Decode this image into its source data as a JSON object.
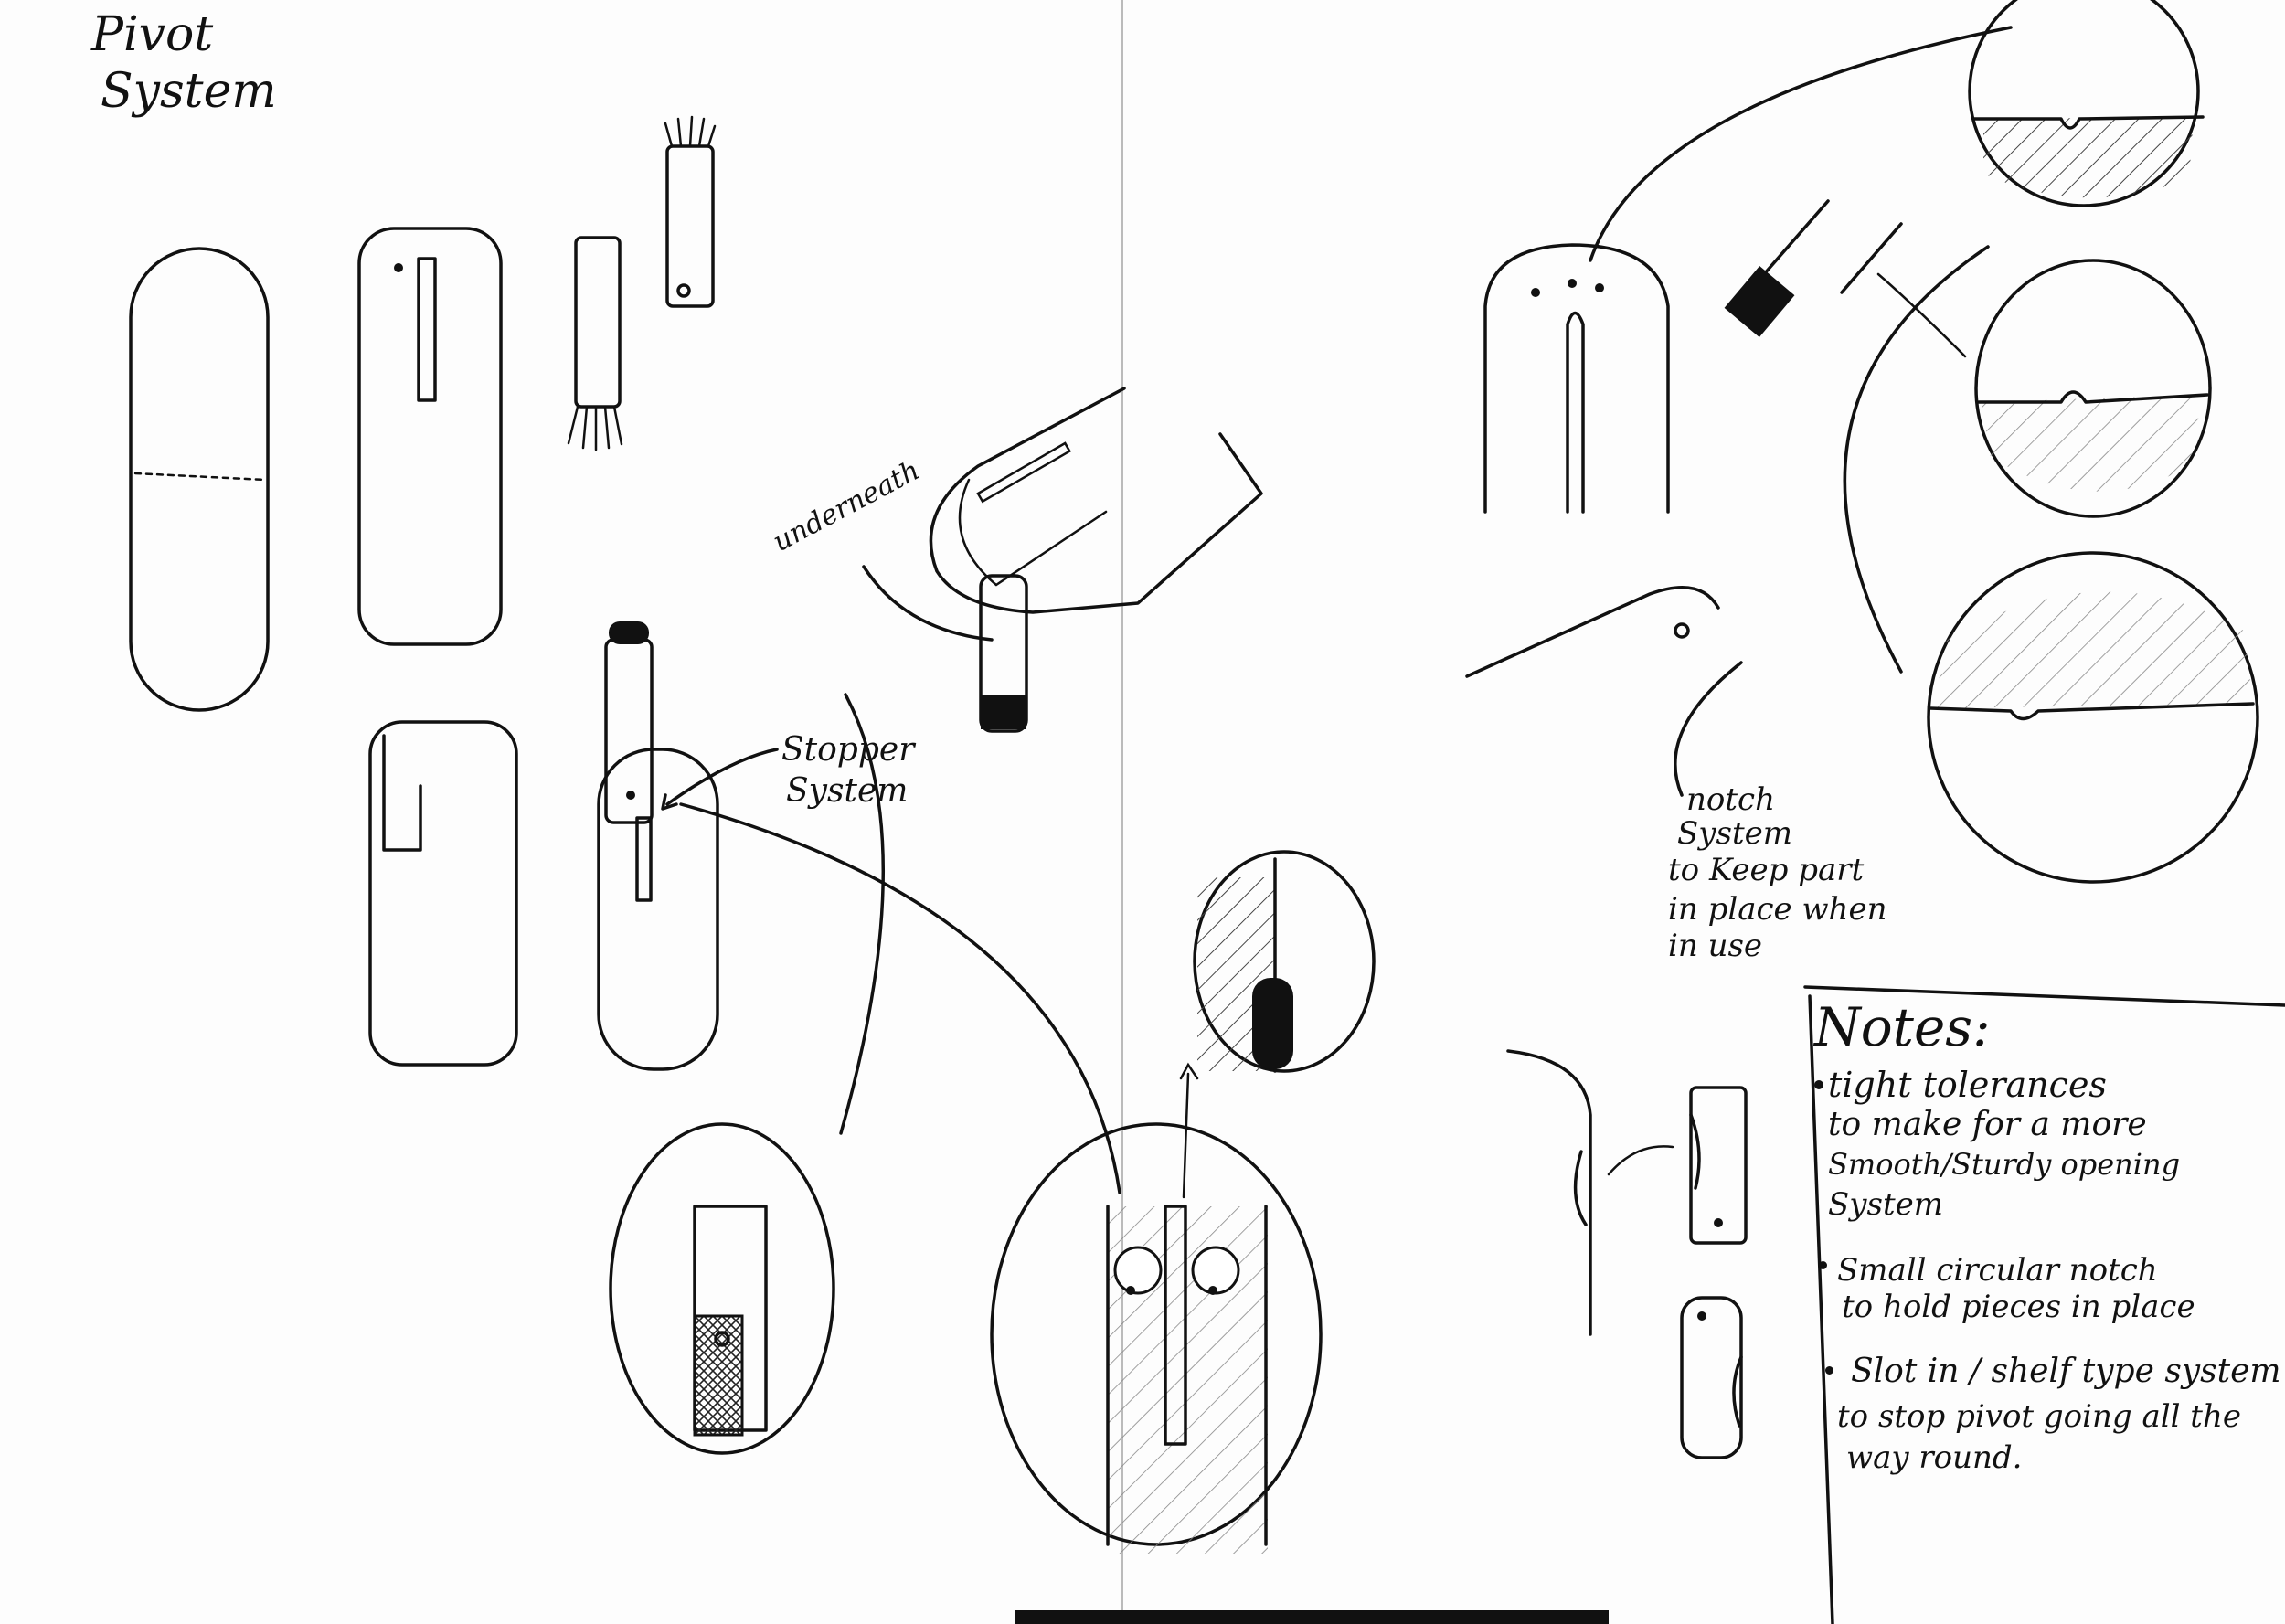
{
  "title": {
    "line1": "Pivot",
    "line2": "System"
  },
  "labels": {
    "underneath": "underneath",
    "stopper_line1": "Stopper",
    "stopper_line2": "System",
    "notch_lines": [
      "notch",
      "System",
      "to Keep part",
      "in place when",
      "in use"
    ]
  },
  "notes": {
    "heading": "Notes:",
    "items": [
      {
        "lines": [
          "tight tolerances",
          "to make for a more",
          "Smooth/Sturdy opening",
          "System"
        ]
      },
      {
        "lines": [
          "Small circular notch",
          "to hold pieces in place"
        ]
      },
      {
        "lines": [
          "Slot in / shelf type system",
          "to stop pivot going all the",
          "way round."
        ]
      }
    ]
  },
  "colors": {
    "ink": "#111111",
    "paper": "#fdfdfd",
    "hatch": "#555555"
  }
}
